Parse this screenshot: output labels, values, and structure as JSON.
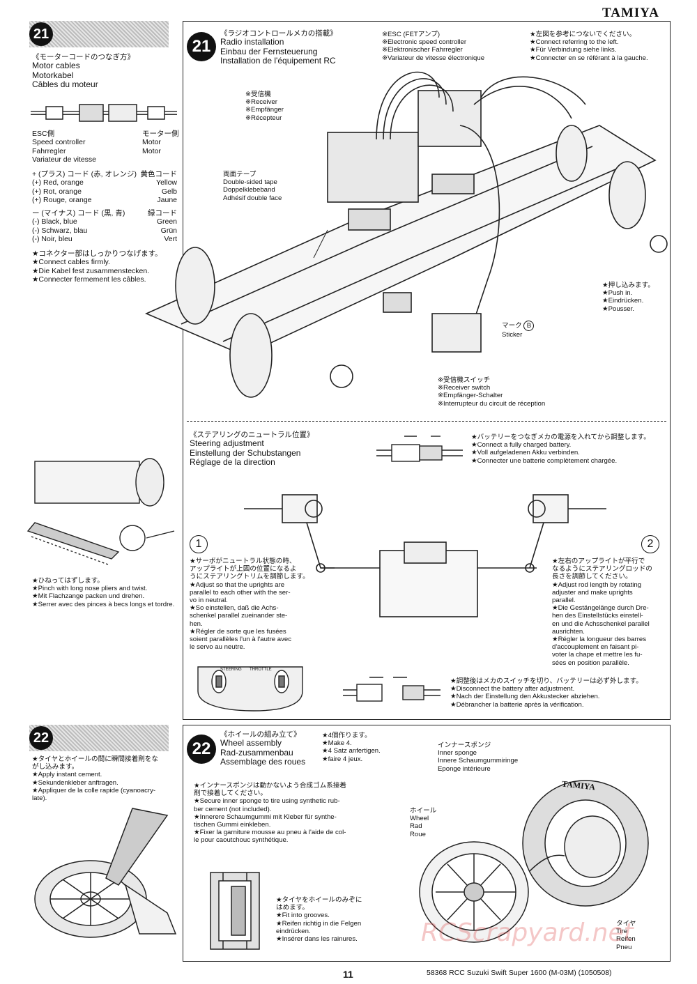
{
  "header": {
    "brand": "TAMIYA"
  },
  "step21_side": {
    "number": "21",
    "jp": "《モーターコードのつなぎ方》",
    "title_lines": [
      "Motor cables",
      "Motorkabel",
      "Câbles du moteur"
    ],
    "esc_lines": [
      "ESC側",
      "Speed controller",
      "Fahrregler",
      "Variateur de vitesse"
    ],
    "motor_lines": [
      "モーター側",
      "Motor",
      "Motor"
    ],
    "plus_rows": [
      {
        "l": "+ (プラス) コード (赤, オレンジ)",
        "r": "黄色コード"
      },
      {
        "l": "(+) Red, orange",
        "r": "Yellow"
      },
      {
        "l": "(+) Rot, orange",
        "r": "Gelb"
      },
      {
        "l": "(+) Rouge, orange",
        "r": "Jaune"
      }
    ],
    "minus_rows": [
      {
        "l": "ー (マイナス) コード (黒, 青)",
        "r": "緑コード"
      },
      {
        "l": "(-) Black, blue",
        "r": "Green"
      },
      {
        "l": "(-) Schwarz, blau",
        "r": "Grün"
      },
      {
        "l": "(-) Noir, bleu",
        "r": "Vert"
      }
    ],
    "connect": [
      "★コネクター部はしっかりつなげます。",
      "★Connect cables firmly.",
      "★Die Kabel fest zusammenstecken.",
      "★Connecter fermement les câbles."
    ]
  },
  "step21_main": {
    "number": "21",
    "title_lines": [
      "《ラジオコントロールメカの搭載》",
      "Radio installation",
      "Einbau der Fernsteuerung",
      "Installation de l'équipement RC"
    ],
    "esc": [
      "※ESC (FETアンプ)",
      "※Electronic speed controller",
      "※Elektronischer Fahrregler",
      "※Variateur de vitesse électronique"
    ],
    "refer": [
      "★左図を参考につないでください。",
      "★Connect referring to the left.",
      "★Für Verbindung siehe links.",
      "★Connecter en se référant à la gauche."
    ],
    "receiver": [
      "※受信機",
      "※Receiver",
      "※Empfänger",
      "※Récepteur"
    ],
    "tape": [
      "両面テープ",
      "Double-sided tape",
      "Doppelklebeband",
      "Adhésif double face"
    ],
    "push": [
      "★押し込みます。",
      "★Push in.",
      "★Eindrücken.",
      "★Pousser."
    ],
    "mark": [
      "マーク",
      "Sticker"
    ],
    "mark_letter": "B",
    "switch": [
      "※受信機スイッチ",
      "※Receiver switch",
      "※Empfänger-Schalter",
      "※Interrupteur du circuit de réception"
    ]
  },
  "steering": {
    "title_lines": [
      "《ステアリングのニュートラル位置》",
      "Steering adjustment",
      "Einstellung der Schubstangen",
      "Réglage de la direction"
    ],
    "battery": [
      "★バッテリーをつなぎメカの電源を入れてから調整します。",
      "★Connect a fully charged battery.",
      "★Voll aufgeladenen Akku verbinden.",
      "★Connecter une batterie complètement chargée."
    ],
    "one": "1",
    "two": "2",
    "left_text": [
      "★サーボがニュートラル状態の時、",
      "アップライトが上図の位置になるよ",
      "うにステアリングトリムを調節します。",
      "★Adjust so that the uprights are",
      "parallel to each other with the ser-",
      "vo in neutral.",
      "★So einstellen, daß die Achs-",
      "schenkel parallel zueinander ste-",
      "hen.",
      "★Régler de sorte que les fusées",
      "soient parallèles l'un à l'autre avec",
      "le servo au neutre."
    ],
    "right_text": [
      "★左右のアップライトが平行で",
      "なるようにステアリングロッドの",
      "長さを調節してください。",
      "★Adjust rod length by rotating",
      "adjuster and make uprights",
      "parallel.",
      "★Die Gestängelänge durch Dre-",
      "hen des Einstellstücks einstell-",
      "en und die Achsschenkel parallel",
      "ausrichten.",
      "★Régler la longueur des barres",
      "d'accouplement en faisant pi-",
      "voter la chape et mettre les fu-",
      "sées en position parallèle."
    ],
    "after": [
      "★調整後はメカのスイッチを切り、バッテリーは必ず外します。",
      "★Disconnect the battery after adjustment.",
      "★Nach der Einstellung den Akkustecker abziehen.",
      "★Débrancher la batterie après la vérification."
    ],
    "trim_labels": [
      "STEERING",
      "THROTTLE"
    ]
  },
  "pliers": [
    "★ひねってはずします。",
    "★Pinch with long nose pliers and twist.",
    "★Mit Flachzange packen und drehen.",
    "★Serrer avec des pinces à becs longs et tordre."
  ],
  "step22_side": {
    "number": "22",
    "text": [
      "★タイヤとホイールの間に瞬間接着剤をな",
      "がし込みます。",
      "★Apply instant cement.",
      "★Sekundenkleber anftragen.",
      "★Appliquer de la colle rapide (cyanoacry-",
      "late)."
    ]
  },
  "step22_main": {
    "number": "22",
    "title_lines": [
      "《ホイールの組み立て》",
      "Wheel assembly",
      "Rad-zusammenbau",
      "Assemblage des roues"
    ],
    "make": [
      "★4個作ります。",
      "★Make 4.",
      "★4 Satz anfertigen.",
      "★faire 4 jeux."
    ],
    "sponge_note": [
      "★インナースポンジは動かないよう合成ゴム系接着",
      "剤で接着してください。",
      "★Secure inner sponge to tire using synthetic rub-",
      "ber cement (not included).",
      "★Innerere Schaumgummi mit Kleber für synthe-",
      "tischen Gummi einkleben.",
      "★Fixer la garniture mousse au pneu à l'aide de col-",
      "le pour caoutchouc synthétique."
    ],
    "inner_sponge": [
      "インナースポンジ",
      "Inner sponge",
      "Innere Schaumgummiringe",
      "Eponge intérieure"
    ],
    "wheel": [
      "ホイール",
      "Wheel",
      "Rad",
      "Roue"
    ],
    "tire": [
      "タイヤ",
      "Tire",
      "Reifen",
      "Pneu"
    ],
    "groove": [
      "★タイヤをホイールのみぞに",
      "はめます。",
      "★Fit into grooves.",
      "★Reifen richtig in die Felgen",
      "eindrücken.",
      "★Insérer dans les rainures."
    ],
    "tire_brand": "TAMIYA"
  },
  "footer": {
    "page": "11",
    "ref": "58368  RCC Suzuki Swift Super 1600  (M-03M)  (1050508)",
    "watermark": "RCScrapyard.net"
  }
}
